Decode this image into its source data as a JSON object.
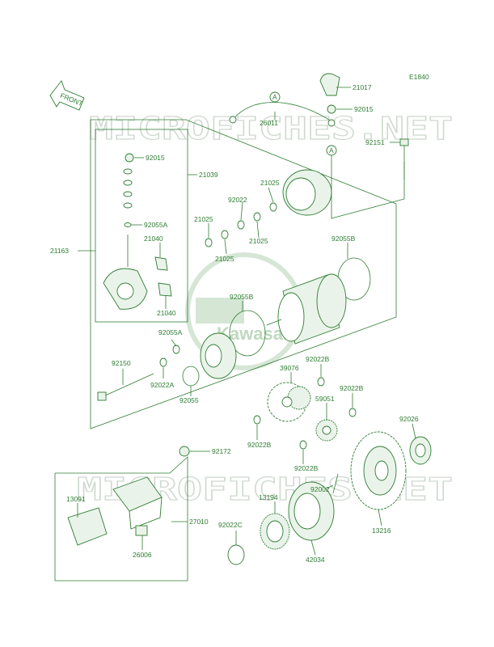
{
  "diagram_code": "E1840",
  "front_label": "FRONT",
  "watermark": "MICROFICHES.NET",
  "brand": "Kawasaki",
  "ref_marks": [
    "A",
    "A"
  ],
  "parts": {
    "p21017": "21017",
    "p92015_top": "92015",
    "p26011": "26011",
    "p92151": "92151",
    "p92015": "92015",
    "p21039": "21039",
    "p21025_a": "21025",
    "p92022": "92022",
    "p21025_b": "21025",
    "p21025_c": "21025",
    "p21025_d": "21025",
    "p92055A_top": "92055A",
    "p21163": "21163",
    "p21040_a": "21040",
    "p21040_b": "21040",
    "p92055B_a": "92055B",
    "p92055B_b": "92055B",
    "p92055A": "92055A",
    "p92150": "92150",
    "p92022A": "92022A",
    "p92055": "92055",
    "p92022B_a": "92022B",
    "p39076": "39076",
    "p92022B_b": "92022B",
    "p59051": "59051",
    "p92026": "92026",
    "p92022B_c": "92022B",
    "p92172": "92172",
    "p92022B_d": "92022B",
    "p92002": "92002",
    "p13091": "13091",
    "p13194": "13194",
    "p27010": "27010",
    "p92022C": "92022C",
    "p13216": "13216",
    "p26006": "26006",
    "p42034": "42034"
  }
}
